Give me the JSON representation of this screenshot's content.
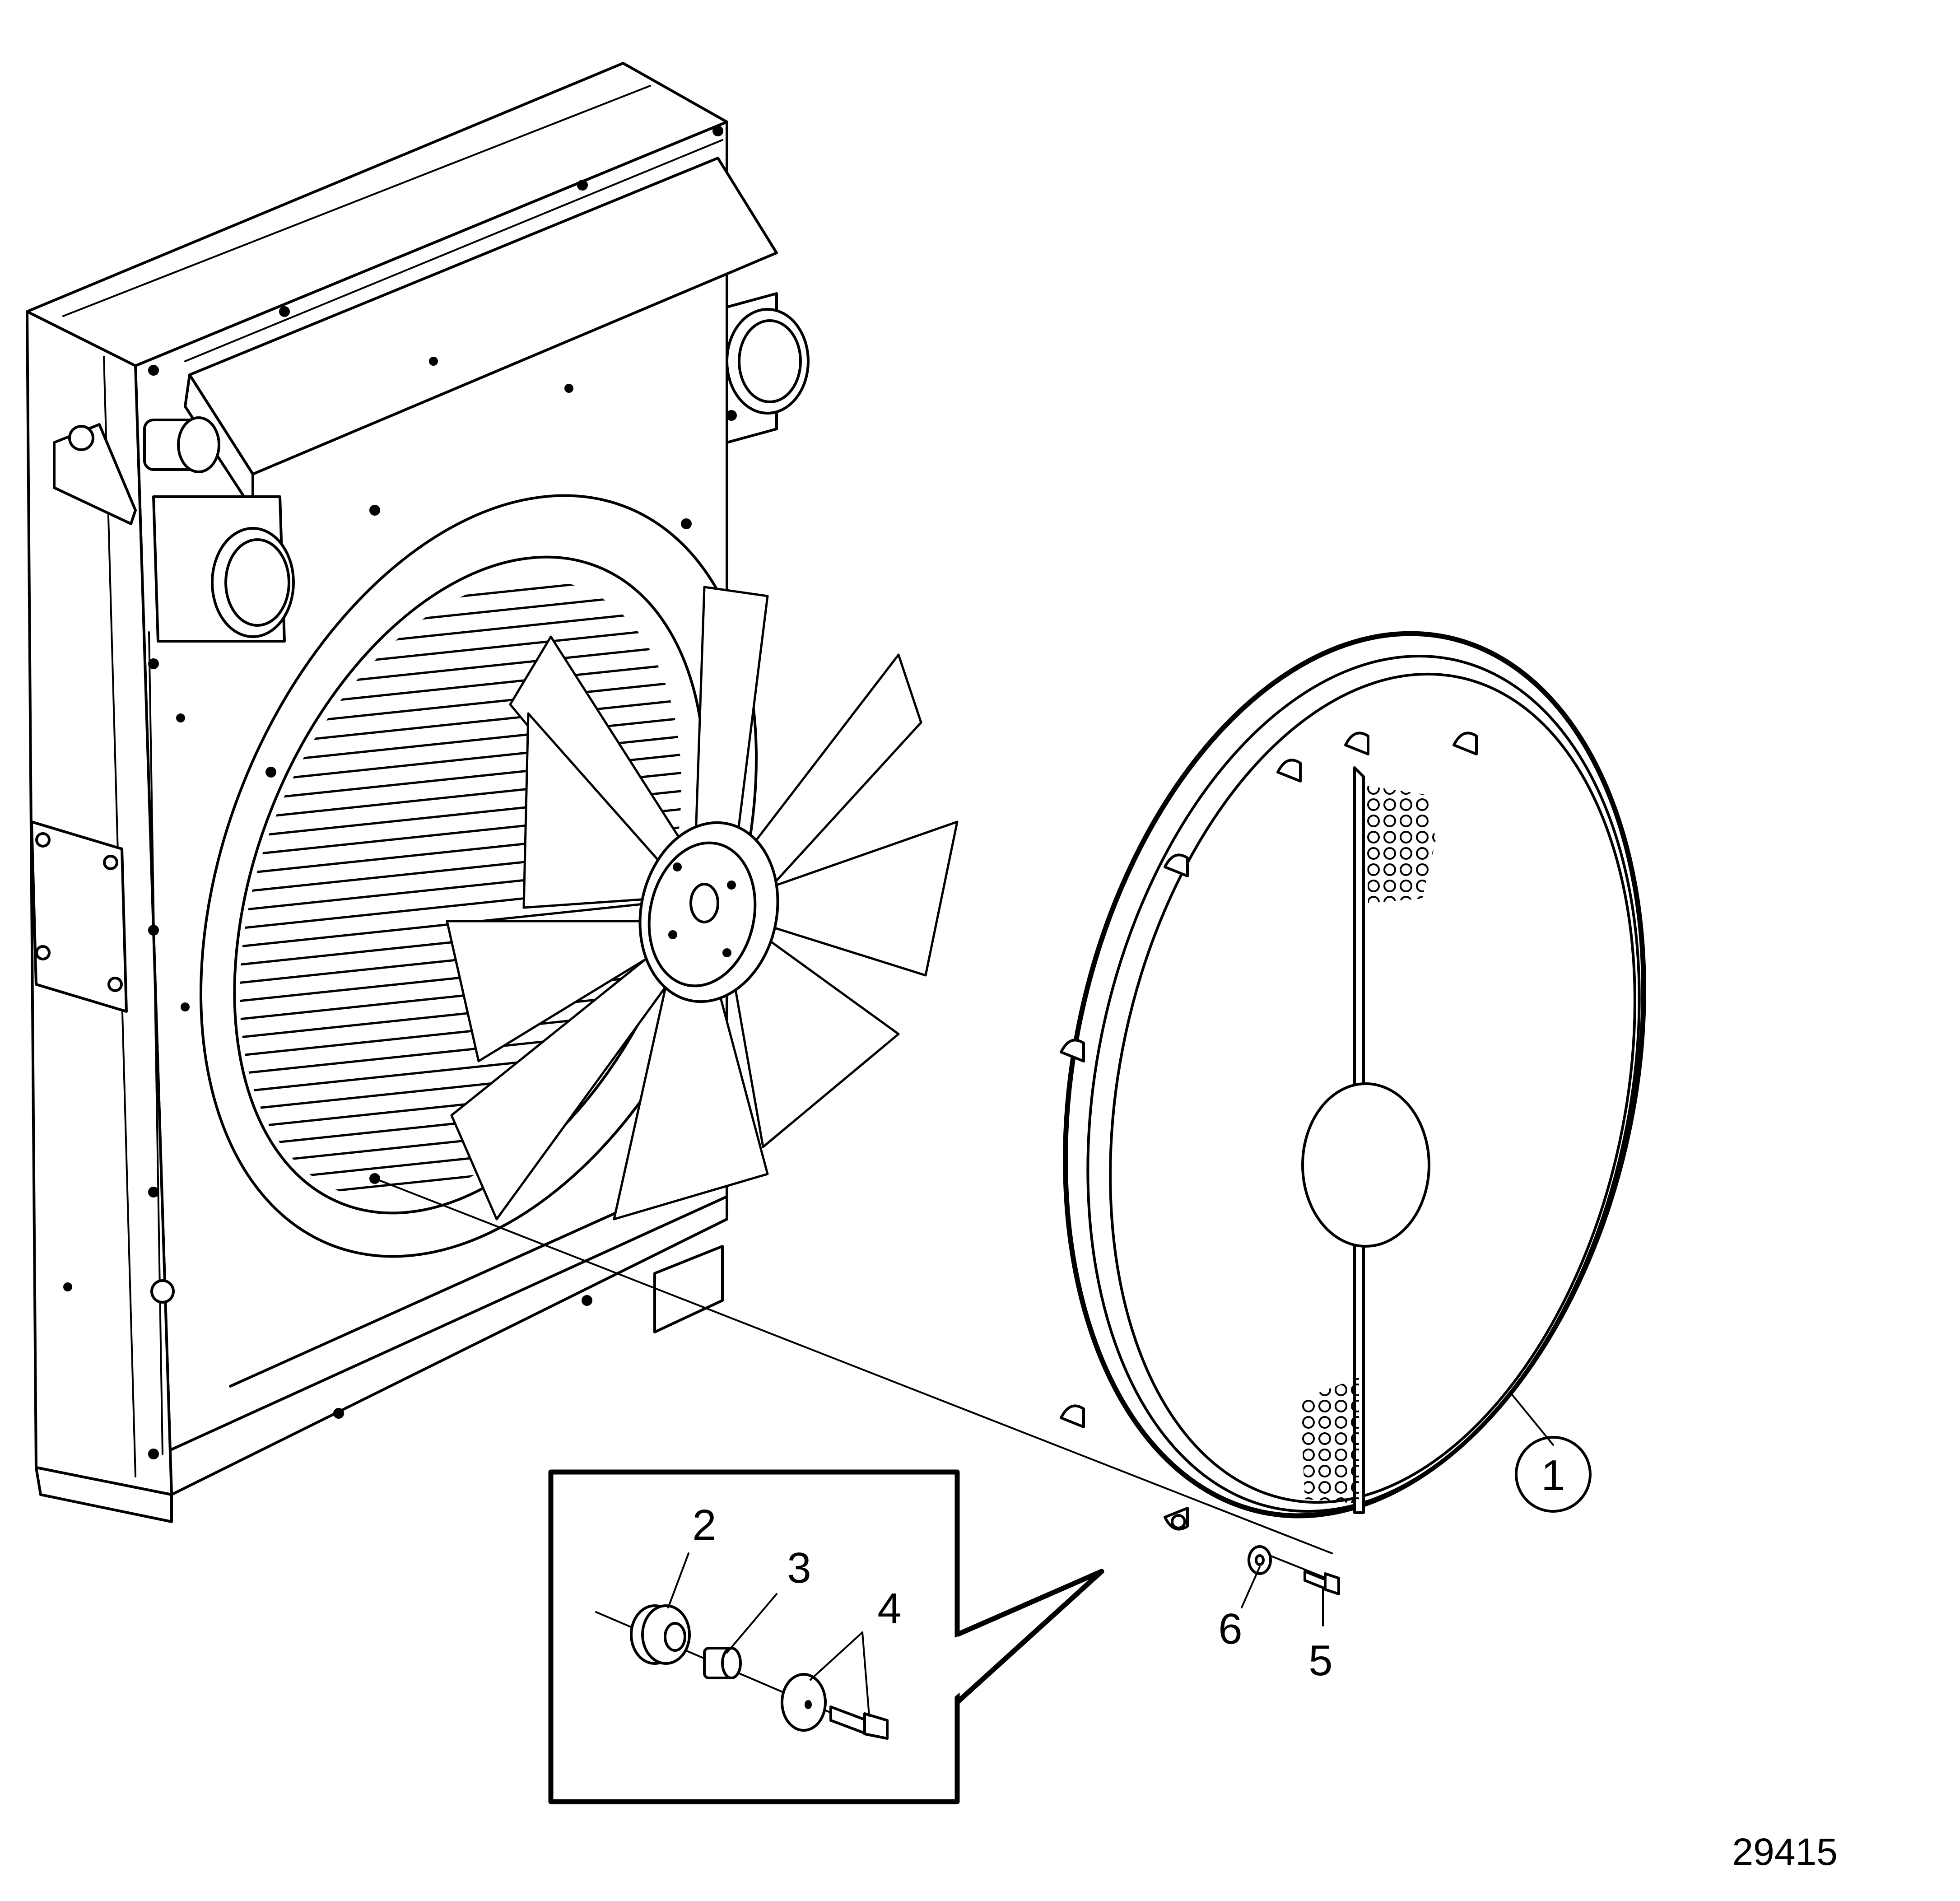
{
  "callouts": [
    {
      "id": "1",
      "label": "1"
    },
    {
      "id": "2",
      "label": "2"
    },
    {
      "id": "3",
      "label": "3"
    },
    {
      "id": "4",
      "label": "4"
    },
    {
      "id": "5",
      "label": "5"
    },
    {
      "id": "6",
      "label": "6"
    }
  ],
  "document_number": "29415"
}
